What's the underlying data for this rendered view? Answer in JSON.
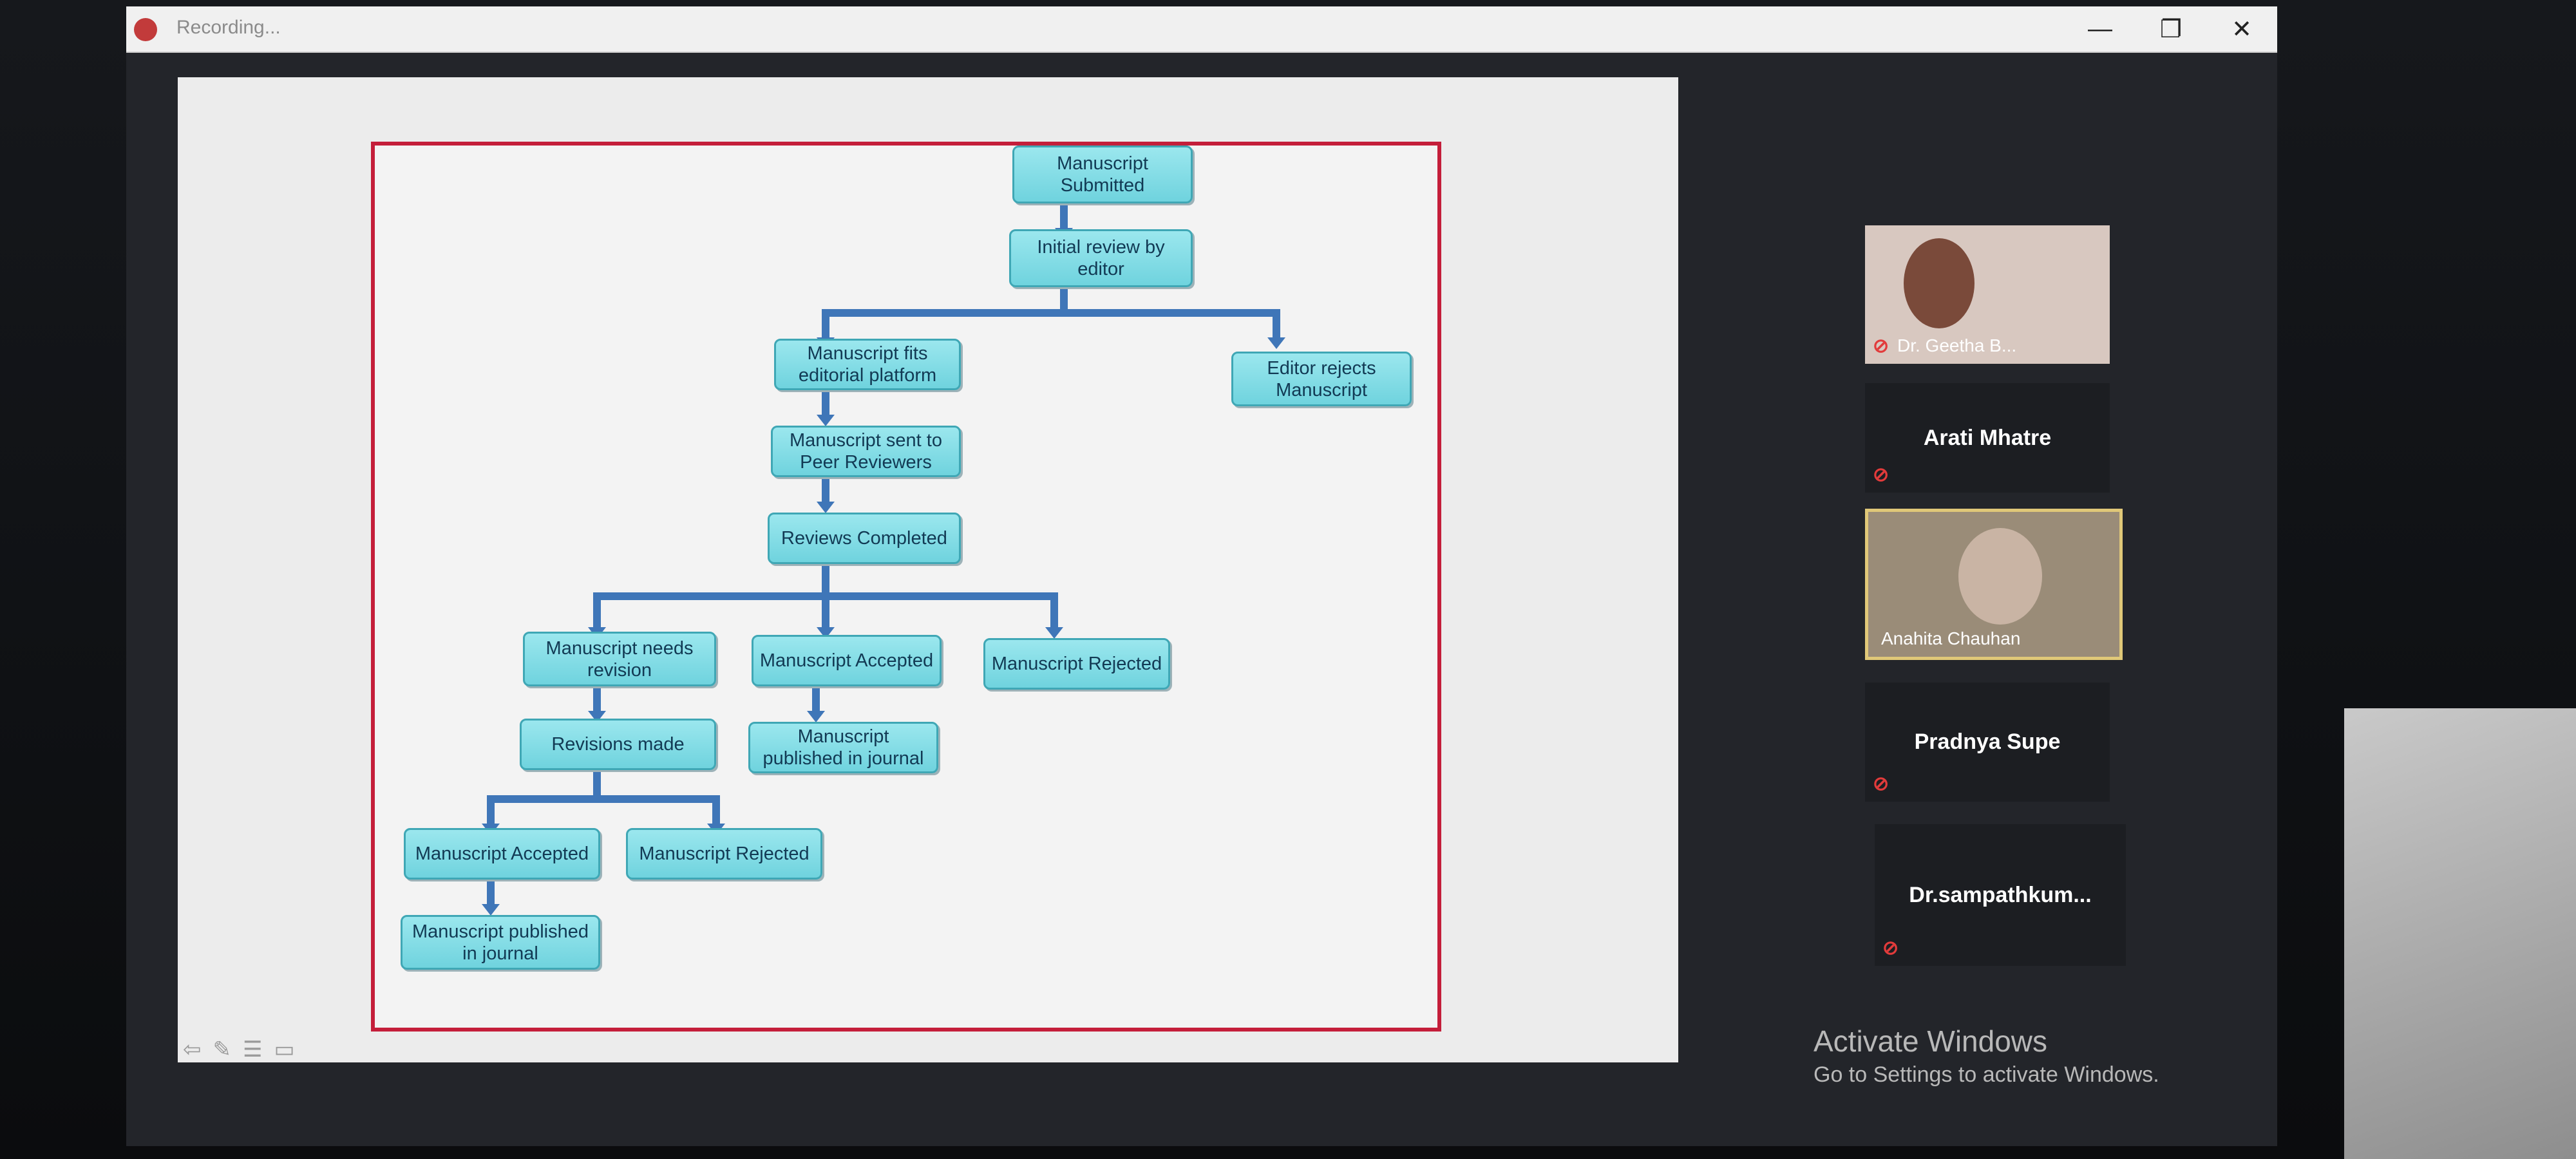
{
  "window": {
    "recording_label": "Recording...",
    "minimize_icon": "minimize-icon",
    "maximize_icon": "restore-icon",
    "close_icon": "close-icon",
    "controls": {
      "min": "—",
      "max": "❐",
      "close": "✕"
    }
  },
  "slide": {
    "nodes": [
      {
        "id": "submitted",
        "text": "Manuscript Submitted"
      },
      {
        "id": "initial-review",
        "text": "Initial review by editor"
      },
      {
        "id": "fits-platform",
        "text": "Manuscript fits editorial platform"
      },
      {
        "id": "editor-rejects",
        "text": "Editor rejects Manuscript"
      },
      {
        "id": "sent-to-reviewers",
        "text": "Manuscript sent to Peer Reviewers"
      },
      {
        "id": "reviews-completed",
        "text": "Reviews Completed"
      },
      {
        "id": "needs-revision",
        "text": "Manuscript needs revision"
      },
      {
        "id": "accepted-1",
        "text": "Manuscript Accepted"
      },
      {
        "id": "rejected-1",
        "text": "Manuscript Rejected"
      },
      {
        "id": "published-1",
        "text": "Manuscript published in journal"
      },
      {
        "id": "revisions-made",
        "text": "Revisions made"
      },
      {
        "id": "accepted-2",
        "text": "Manuscript Accepted"
      },
      {
        "id": "rejected-2",
        "text": "Manuscript Rejected"
      },
      {
        "id": "published-2",
        "text": "Manuscript published in journal"
      }
    ],
    "tool_icons": [
      "back-arrow-icon",
      "pen-icon",
      "menu-icon",
      "screen-icon"
    ]
  },
  "participants": {
    "geetha": {
      "name": "Dr. Geetha B..."
    },
    "arati": {
      "name": "Arati Mhatre"
    },
    "anahita": {
      "name": "Anahita Chauhan"
    },
    "pradnya": {
      "name": "Pradnya Supe"
    },
    "sampath": {
      "name": "Dr.sampathkum..."
    }
  },
  "watermark": {
    "title": "Activate Windows",
    "subtitle": "Go to Settings to activate Windows."
  },
  "colors": {
    "accent": "#c41e3a",
    "node_fill": "#7dd8e3",
    "connector": "#3f76b8"
  }
}
